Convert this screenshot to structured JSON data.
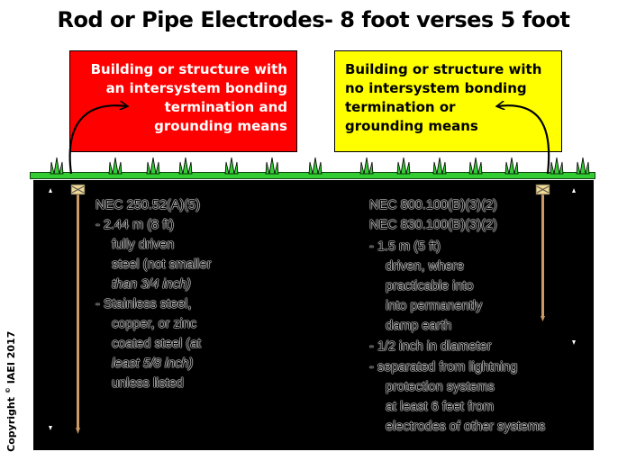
{
  "title": "Rod or Pipe Electrodes- 8 foot verses 5 foot",
  "left_box": {
    "lines": [
      "Building or structure with",
      "an intersystem bonding",
      "termination and",
      "grounding means"
    ],
    "color": "#ff0000"
  },
  "right_box": {
    "lines": [
      "Building or structure with",
      "no intersystem bonding",
      "termination or",
      "grounding means"
    ],
    "color": "#ffff00"
  },
  "left_text": {
    "code": "NEC 250.52(A)(5)",
    "item1_lead": "-   2.44 m",
    "item1_paren": "(8 ft)",
    "item1_l2": "fully driven",
    "item1_l3a": "steel",
    "item1_l3b": "(not smaller",
    "item1_l4": "than 3/4 inch)",
    "item2_l1": "-   Stainless steel,",
    "item2_l2": "copper, or zinc",
    "item2_l3a": "coated steel",
    "item2_l3b": "(at",
    "item2_l4": "least 5/8 inch)",
    "item2_l5": "unless listed"
  },
  "right_text": {
    "code1": "NEC 800.100(B)(3)(2)",
    "code2": "NEC 830.100(B)(3)(2)",
    "item1_lead": "-   1.5 m",
    "item1_paren": "(5 ft)",
    "item1_l2": "driven, where",
    "item1_l3": "practicable into",
    "item1_l4": "into permanently",
    "item1_l5": "damp earth",
    "item2": "-   1/2 inch in diameter",
    "item3_l1": "-   separated from lightning",
    "item3_l2": "protection systems",
    "item3_l3": "at least 6 feet from",
    "item3_l4": "electrodes of other systems"
  },
  "copyright": {
    "prefix": "Copyright",
    "symbol": "©",
    "suffix": "IAEI 2017"
  },
  "colors": {
    "grass": "#33cc33",
    "earth": "#000000",
    "rod": "#cc9966",
    "clamp": "#f0d890"
  }
}
